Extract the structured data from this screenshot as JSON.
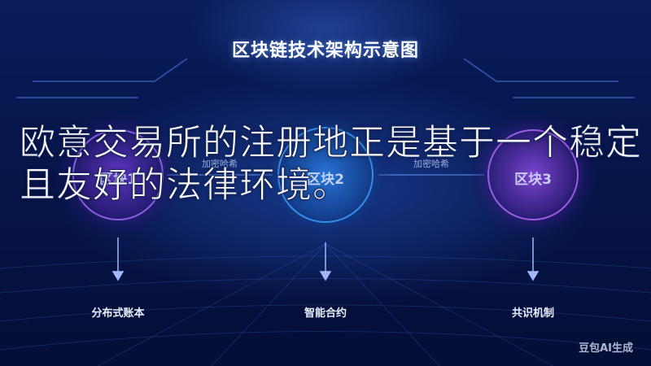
{
  "diagram": {
    "title": "区块链技术架构示意图",
    "blocks": [
      {
        "label": "区块1",
        "color": "#a46bff"
      },
      {
        "label": "区块2",
        "color": "#3fa0ff"
      },
      {
        "label": "区块3",
        "color": "#b86cff"
      }
    ],
    "links": [
      {
        "label": "加密哈希"
      },
      {
        "label": "加密哈希"
      }
    ],
    "bottom_labels": [
      "分布式账本",
      "智能合约",
      "共识机制"
    ]
  },
  "overlay_text": "欧意交易所的注册地正是基于一个稳定且友好的法律环境。",
  "watermark": "豆包AI生成"
}
